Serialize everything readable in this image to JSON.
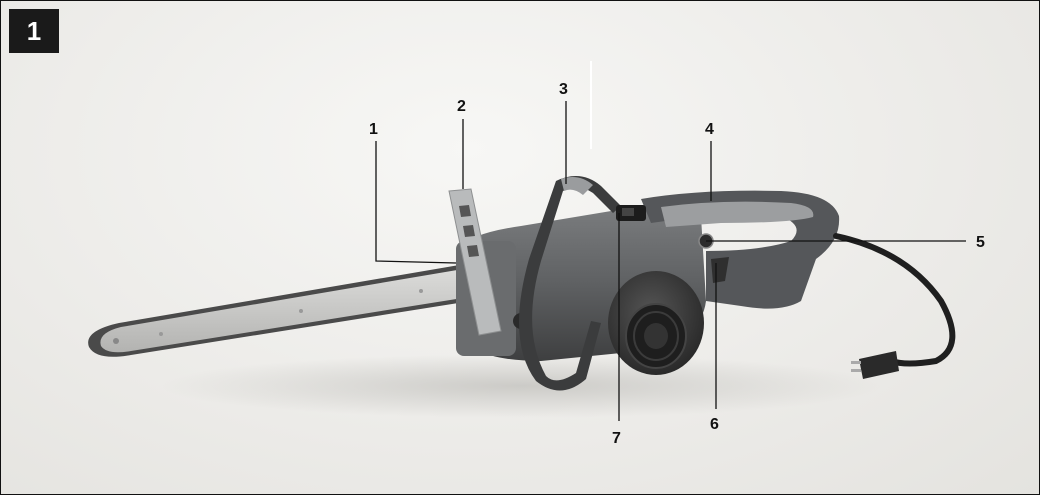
{
  "figure": {
    "number": "1"
  },
  "callouts": [
    {
      "id": "1",
      "label": "1"
    },
    {
      "id": "2",
      "label": "2"
    },
    {
      "id": "3",
      "label": "3"
    },
    {
      "id": "4",
      "label": "4"
    },
    {
      "id": "5",
      "label": "5"
    },
    {
      "id": "6",
      "label": "6"
    },
    {
      "id": "7",
      "label": "7"
    }
  ],
  "colors": {
    "body": "#5f6163",
    "body_light": "#8a8c8e",
    "body_dark": "#3a3b3c",
    "bar": "#c9c9c7",
    "chain": "#4a4a4a",
    "accent_light": "#a8aaac",
    "cable": "#1f1f1f"
  }
}
